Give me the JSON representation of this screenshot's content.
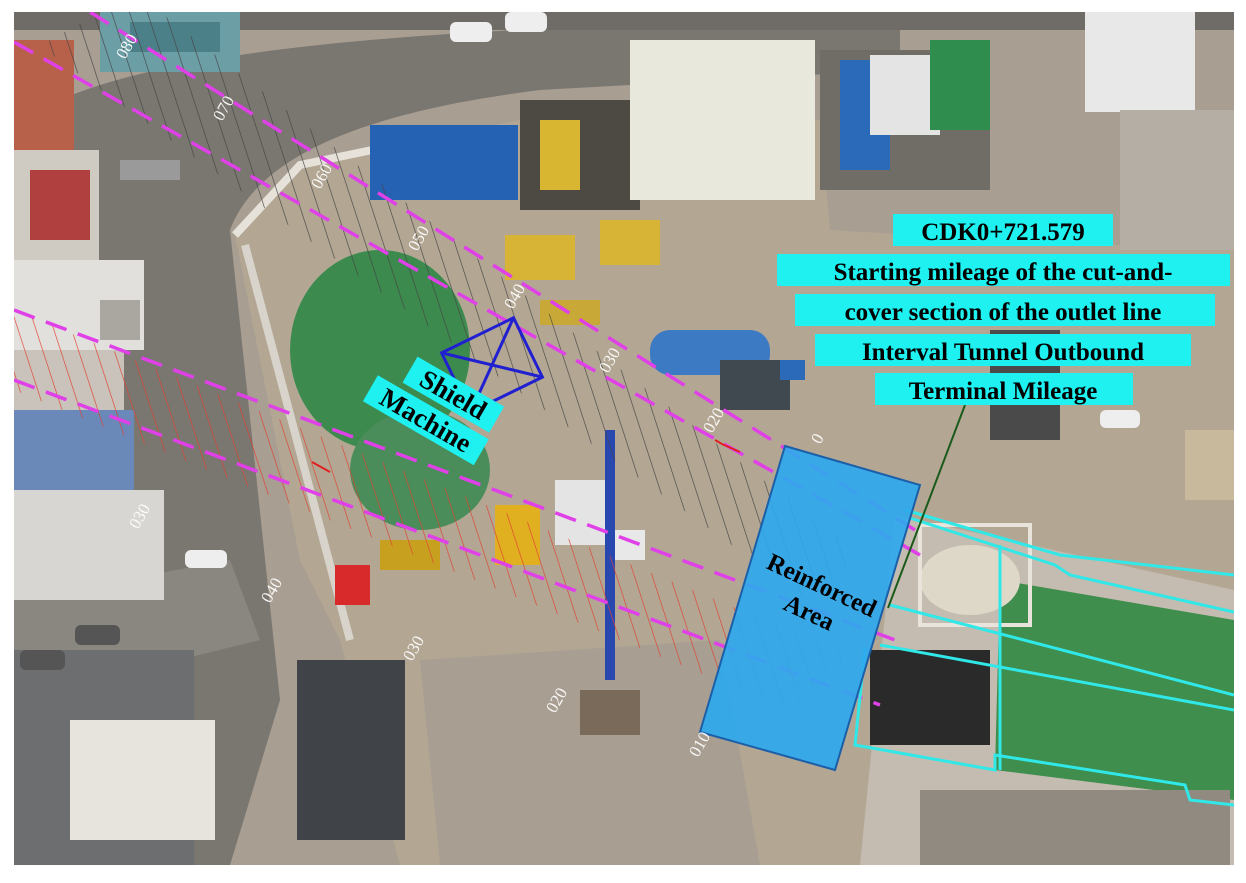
{
  "callout": {
    "mileage": "CDK0+721.579",
    "line1": "Starting mileage of the cut-and-",
    "line2": "cover section of the outlet line",
    "line3": "Interval Tunnel Outbound",
    "line4": "Terminal Mileage"
  },
  "labels": {
    "shield_1": "Shield",
    "shield_2": "Machine",
    "reinforced_1": "Reinforced",
    "reinforced_2": "Area"
  },
  "chainage_ticks": [
    "080",
    "070",
    "060",
    "050",
    "040",
    "030",
    "020",
    "0",
    "040",
    "030",
    "020",
    "010",
    "030"
  ],
  "colors": {
    "label_bg": "#1ff0f0",
    "tunnel_line": "#e040e8",
    "hatch_gray": "#454545",
    "hatch_red": "#e04030",
    "reinforced_fill": "#2ea8ee",
    "shield_box": "#2020d0",
    "outline": "#30e8e8"
  }
}
